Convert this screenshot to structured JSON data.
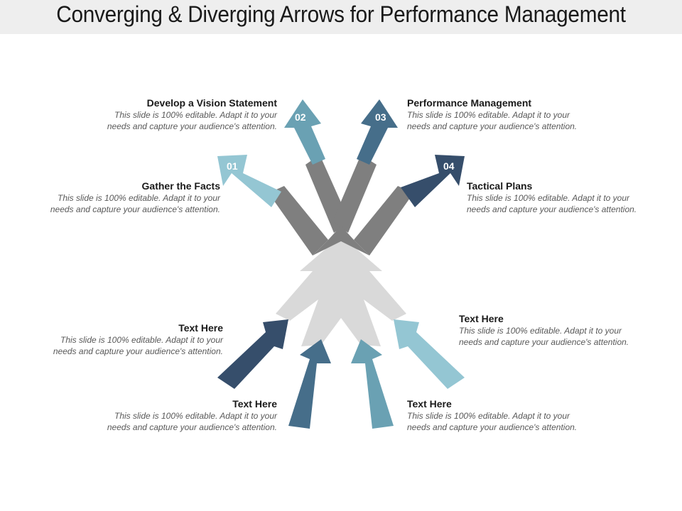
{
  "title": "Converging & Diverging Arrows for Performance Management",
  "colors": {
    "light": "#94c6d3",
    "mid": "#6aa1b3",
    "steel": "#466e8a",
    "navy": "#364e6b",
    "gray_dark": "#7f7f7f",
    "gray_light": "#d9d9d9"
  },
  "top_items": [
    {
      "number": "01",
      "heading": "Gather the Facts",
      "text": [
        "This slide is 100% editable. Adapt it to your",
        "needs and capture your audience's attention."
      ]
    },
    {
      "number": "02",
      "heading": "Develop a Vision Statement",
      "text": [
        "This slide is 100% editable. Adapt it to your",
        "needs and capture your audience's attention."
      ]
    },
    {
      "number": "03",
      "heading": "Performance Management",
      "text": [
        "This slide is 100% editable. Adapt it to your",
        "needs and capture your audience's attention."
      ]
    },
    {
      "number": "04",
      "heading": "Tactical Plans",
      "text": [
        "This slide is 100% editable. Adapt it to your",
        "needs and capture your audience's attention."
      ]
    }
  ],
  "bottom_items": [
    {
      "heading": "Text Here",
      "text": [
        "This slide is 100% editable. Adapt it to your",
        "needs and capture your audience's attention."
      ]
    },
    {
      "heading": "Text Here",
      "text": [
        "This slide is 100% editable. Adapt it to your",
        "needs and capture your audience's attention."
      ]
    },
    {
      "heading": "Text Here",
      "text": [
        "This slide is 100% editable. Adapt it to your",
        "needs and capture your audience's attention."
      ]
    },
    {
      "heading": "Text Here",
      "text": [
        "This slide is 100% editable. Adapt it to your",
        "needs and capture your audience's attention."
      ]
    }
  ]
}
